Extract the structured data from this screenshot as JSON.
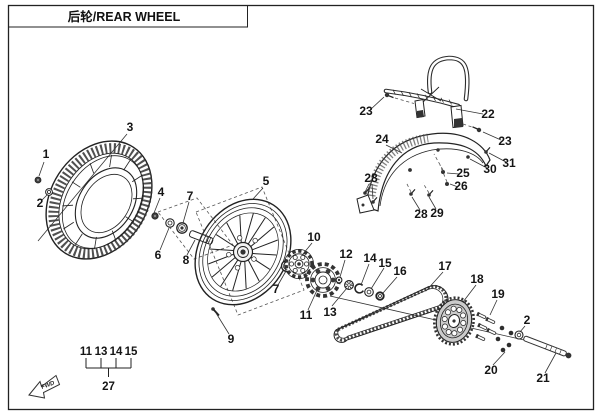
{
  "title": "后轮/REAR WHEEL",
  "direction_indicator": "FWD",
  "legend": {
    "items": [
      "11",
      "13",
      "14",
      "15"
    ],
    "group": "27"
  },
  "callouts": {
    "c1": "1",
    "c2": "2",
    "c3": "3",
    "c4": "4",
    "c5": "5",
    "c6": "6",
    "c7a": "7",
    "c7b": "7",
    "c8": "8",
    "c9": "9",
    "c10": "10",
    "c11": "11",
    "c12": "12",
    "c13": "13",
    "c14": "14",
    "c15": "15",
    "c16": "16",
    "c17": "17",
    "c18": "18",
    "c19": "19",
    "c20": "20",
    "c2b": "2",
    "c21": "21",
    "c22": "22",
    "c23a": "23",
    "c23b": "23",
    "c24": "24",
    "c25": "25",
    "c26": "26",
    "c28a": "28",
    "c28b": "28",
    "c29": "29",
    "c30": "30",
    "c31": "31"
  },
  "colors": {
    "ink": "#222222",
    "background": "#ffffff",
    "sprocket_fill": "#cbcbcb"
  }
}
